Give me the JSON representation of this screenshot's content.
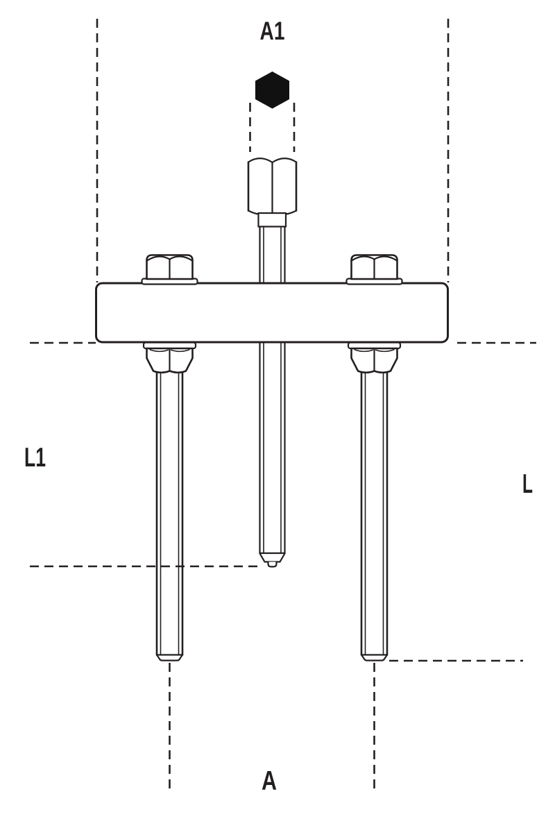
{
  "drawing": {
    "type": "technical-diagram",
    "subject": "two-leg-puller-crossbar-side-view",
    "labels": {
      "top_dimension": "A1",
      "left_dimension": "L1",
      "right_dimension": "L",
      "bottom_dimension": "A"
    },
    "colors": {
      "line": "#231f20",
      "drive_fill": "#111111",
      "background": "#ffffff"
    }
  }
}
